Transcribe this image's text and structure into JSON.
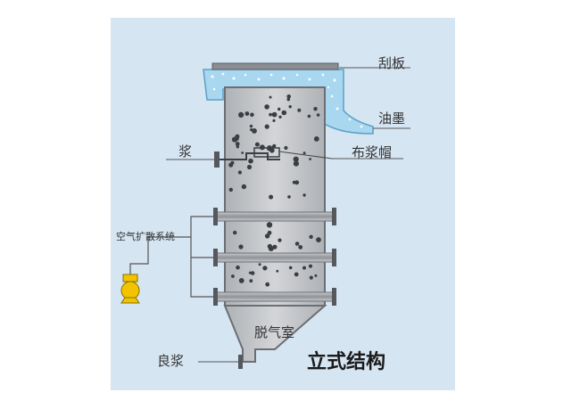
{
  "diagram": {
    "labels": {
      "scraper": "刮板",
      "ink": "油墨",
      "pulp_in": "浆",
      "pulp_cap": "布浆帽",
      "air_system": "空气扩散系统",
      "degas_chamber": "脱气室",
      "good_pulp": "良浆",
      "title": "立式结构"
    },
    "colors": {
      "background_panel": "#d6e5f2",
      "ink_layer": "#a9d7ef",
      "vessel_body": "#c4c6c9",
      "vessel_outline": "#6b6f74",
      "pipe": "#a7aaad",
      "blower": "#f2c400",
      "particle": "#3b3e42"
    }
  }
}
